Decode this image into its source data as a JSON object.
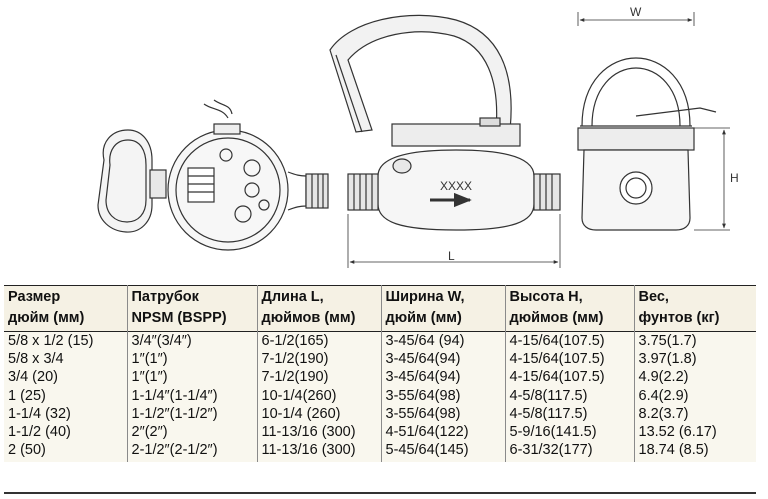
{
  "drawings": {
    "flow_label": "XXXX",
    "length_label": "L",
    "width_label": "W",
    "height_label": "H"
  },
  "table": {
    "headers": [
      [
        "Размер",
        "дюйм (мм)"
      ],
      [
        "Патрубок",
        "NPSM (BSPP)"
      ],
      [
        "Длина L,",
        "дюймов (мм)"
      ],
      [
        "Ширина W,",
        "дюйм (мм)"
      ],
      [
        "Высота H,",
        "дюймов (мм)"
      ],
      [
        "Вес,",
        "фунтов (кг)"
      ]
    ],
    "rows": [
      [
        "5/8 x 1/2 (15)",
        "3/4″(3/4″)",
        "6-1/2(165)",
        "3-45/64 (94)",
        "4-15/64(107.5)",
        "3.75(1.7)"
      ],
      [
        "5/8 x 3/4",
        "1″(1″)",
        "7-1/2(190)",
        "3-45/64(94)",
        "4-15/64(107.5)",
        "3.97(1.8)"
      ],
      [
        "3/4 (20)",
        "1″(1″)",
        "7-1/2(190)",
        "3-45/64(94)",
        "4-15/64(107.5)",
        "4.9(2.2)"
      ],
      [
        "1 (25)",
        "1-1/4″(1-1/4″)",
        "10-1/4(260)",
        "3-55/64(98)",
        "4-5/8(117.5)",
        "6.4(2.9)"
      ],
      [
        "1-1/4 (32)",
        "1-1/2″(1-1/2″)",
        "10-1/4 (260)",
        "3-55/64(98)",
        "4-5/8(117.5)",
        "8.2(3.7)"
      ],
      [
        "1-1/2 (40)",
        "2″(2″)",
        "11-13/16 (300)",
        "4-51/64(122)",
        "5-9/16(141.5)",
        "13.52 (6.17)"
      ],
      [
        "2 (50)",
        "2-1/2″(2-1/2″)",
        "11-13/16 (300)",
        "5-45/64(145)",
        "6-31/32(177)",
        "18.74 (8.5)"
      ]
    ]
  }
}
